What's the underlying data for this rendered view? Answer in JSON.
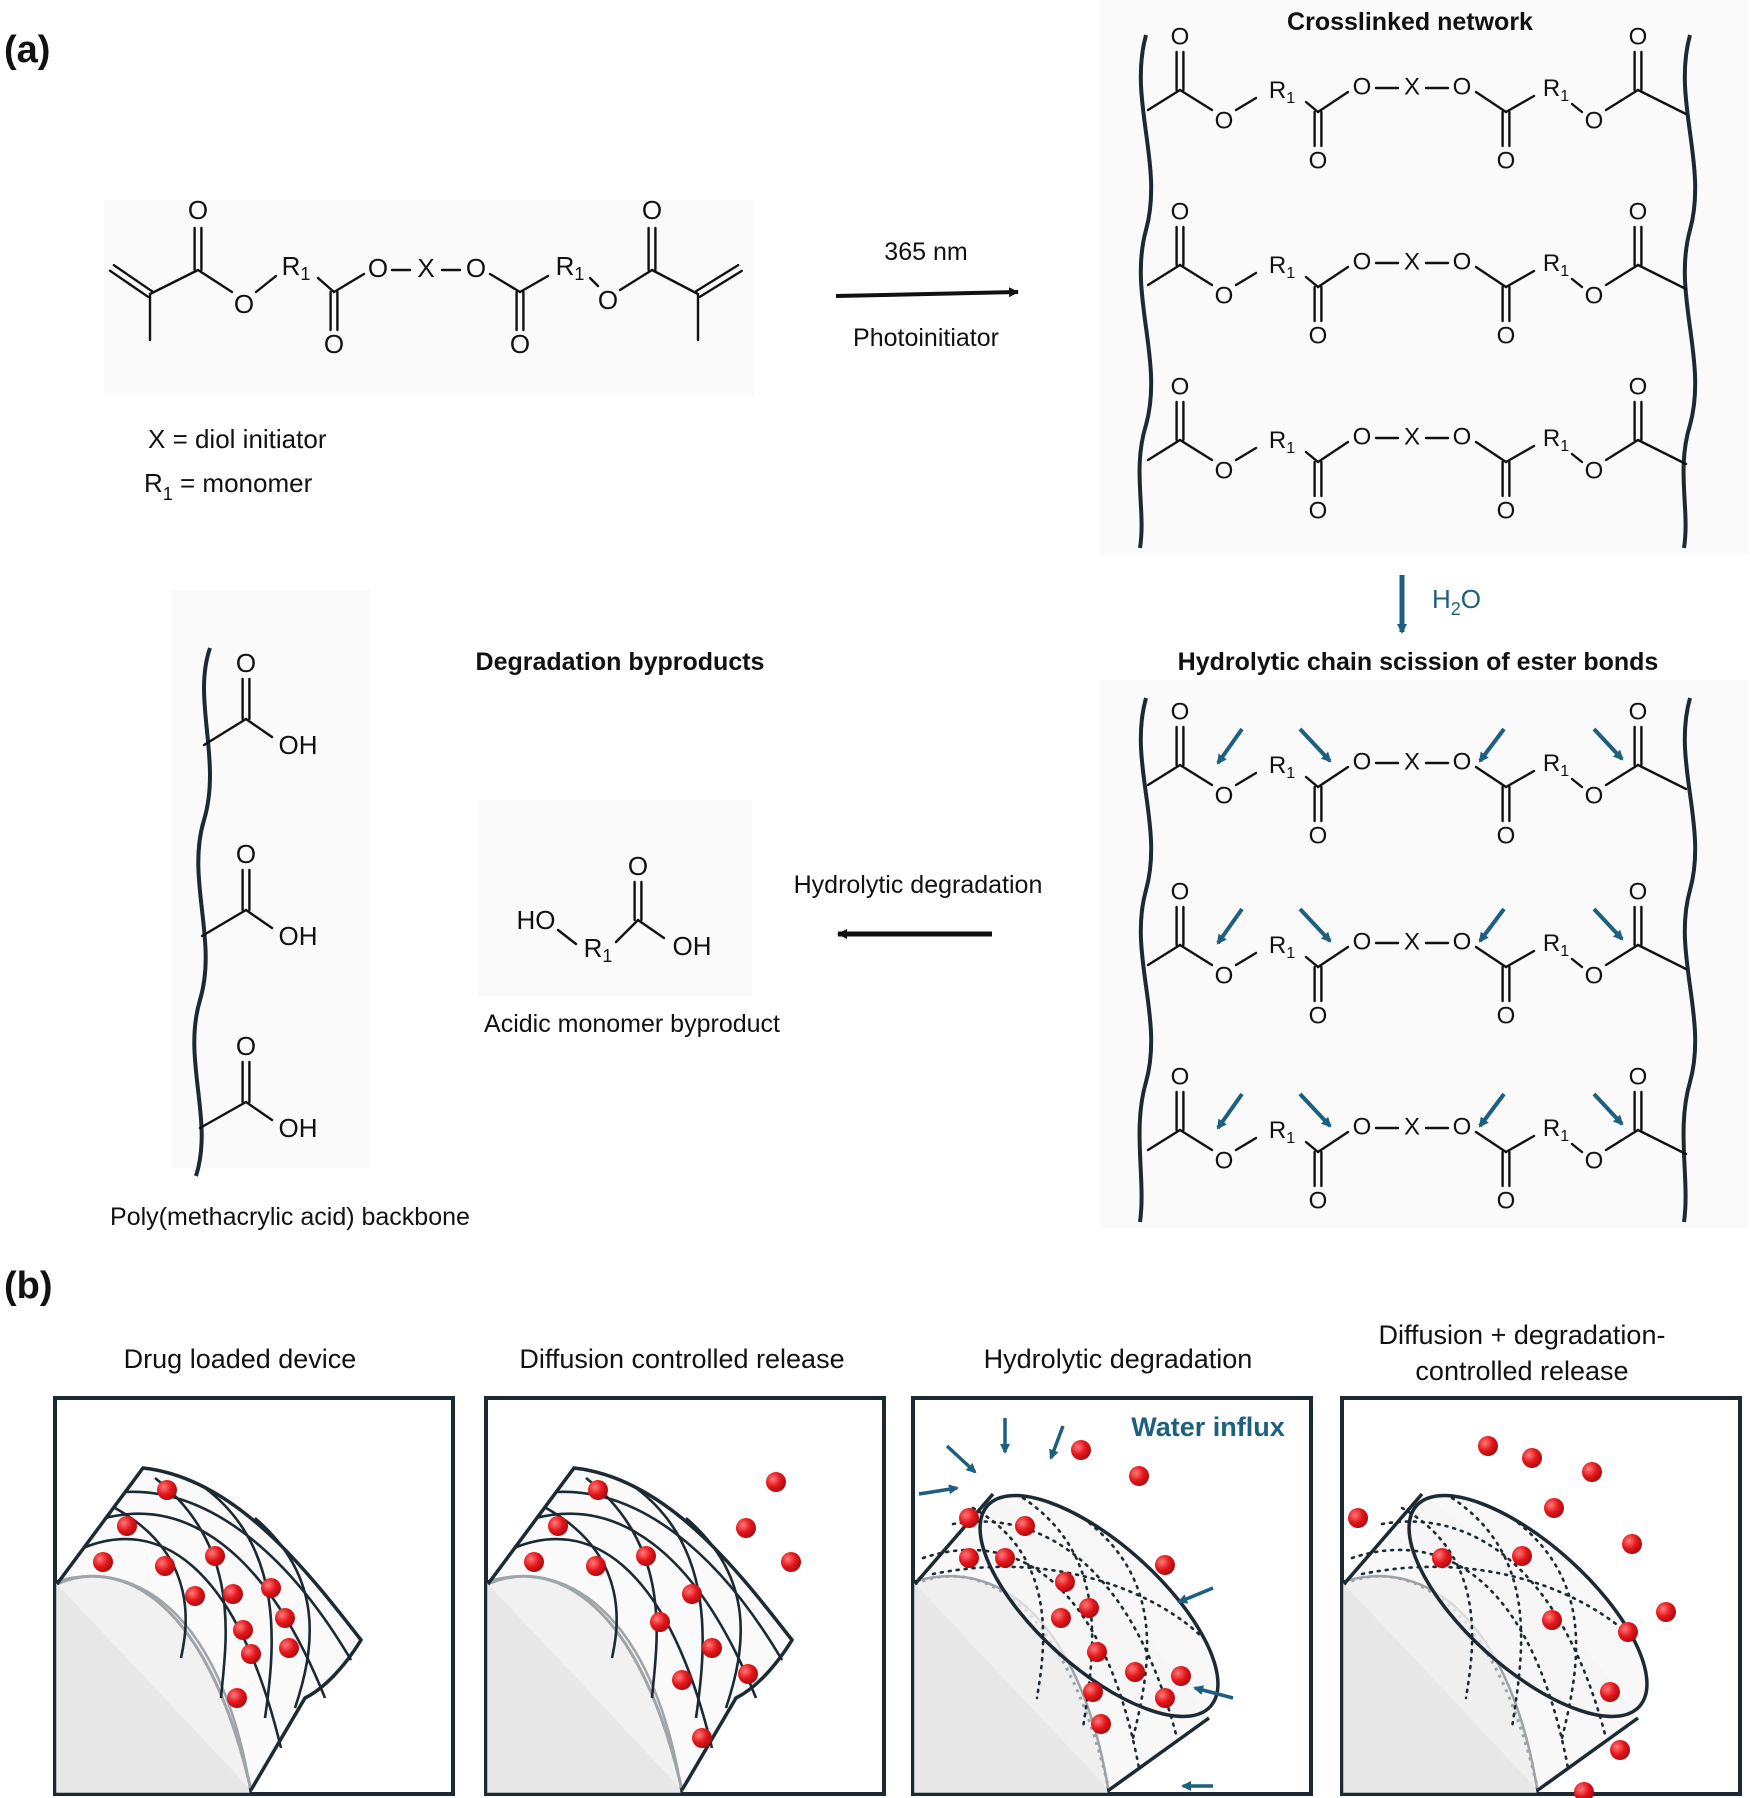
{
  "panel_a": {
    "label": "(a)",
    "crosslinked_title": "Crosslinked network",
    "arrow_top_label": "365 nm",
    "arrow_bottom_label": "Photoinitiator",
    "legend": {
      "x_line": "X = diol initiator",
      "r_prefix": "R",
      "r_sub": "1",
      "r_suffix": " = monomer"
    },
    "water": {
      "main": "H",
      "sub": "2",
      "tail": "O"
    },
    "hydrolytic_title": "Hydrolytic chain scission of ester bonds",
    "degradation_title": "Degradation byproducts",
    "hydrolytic_label": "Hydrolytic degradation",
    "acidic_label": "Acidic monomer byproduct",
    "backbone_label": "Poly(methacrylic acid) backbone",
    "atoms": {
      "O": "O",
      "X": "X",
      "R": "R",
      "sub1": "1",
      "OH": "OH",
      "HO": "HO"
    }
  },
  "panel_b": {
    "label": "(b)",
    "titles": [
      {
        "line1": "Drug loaded device",
        "line2": ""
      },
      {
        "line1": "Diffusion controlled release",
        "line2": ""
      },
      {
        "line1": "Hydrolytic degradation",
        "line2": ""
      },
      {
        "line1": "Diffusion + degradation-",
        "line2": "controlled release"
      }
    ],
    "water_influx": "Water influx"
  },
  "colors": {
    "accent": "#1d5f7e",
    "drug": "#e4161b",
    "line": "#1b2a33",
    "shade": "#e8e8e8"
  }
}
